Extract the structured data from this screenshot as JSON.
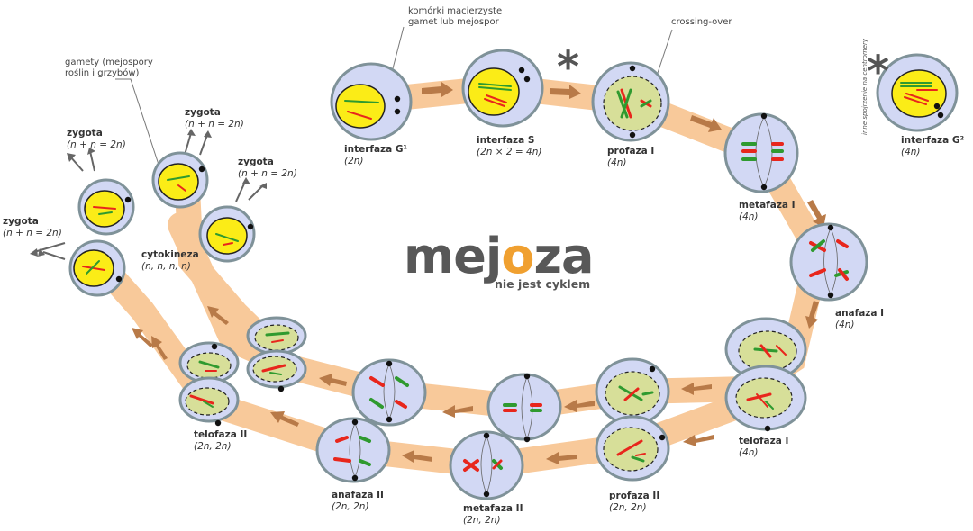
{
  "title": {
    "main_before": "mej",
    "main_o": "o",
    "main_after": "za",
    "subtitle": "nie jest cyklem"
  },
  "notes": {
    "stem": [
      "komórki macierzyste",
      "gamet lub mejospor"
    ],
    "crossing": "crossing-over",
    "gametes": [
      "gamety (mejospory",
      "roślin i grzybów)"
    ],
    "inne": "inne spojrzenie na centromery",
    "star": "*"
  },
  "stages": {
    "g1": {
      "name": "interfaza G¹",
      "ploidy": "(2n)"
    },
    "s": {
      "name": "interfaza S",
      "ploidy": "(2n × 2 = 4n)"
    },
    "prof1": {
      "name": "profaza I",
      "ploidy": "(4n)"
    },
    "meta1": {
      "name": "metafaza I",
      "ploidy": "(4n)"
    },
    "ana1": {
      "name": "anafaza I",
      "ploidy": "(4n)"
    },
    "telo1": {
      "name": "telofaza I",
      "ploidy": "(4n)"
    },
    "prof2": {
      "name": "profaza II",
      "ploidy": "(2n, 2n)"
    },
    "meta2": {
      "name": "metafaza II",
      "ploidy": "(2n, 2n)"
    },
    "ana2": {
      "name": "anafaza II",
      "ploidy": "(2n, 2n)"
    },
    "telo2": {
      "name": "telofaza II",
      "ploidy": "(2n, 2n)"
    },
    "cyto": {
      "name": "cytokineza",
      "ploidy": "(n, n, n, n)"
    },
    "g2": {
      "name": "interfaza G²",
      "ploidy": "(4n)"
    }
  },
  "zygotes": [
    {
      "name": "zygota",
      "formula": "(n + n = 2n)"
    },
    {
      "name": "zygota",
      "formula": "(n + n = 2n)"
    },
    {
      "name": "zygota",
      "formula": "(n + n = 2n)"
    },
    {
      "name": "zygota",
      "formula": "(n + n = 2n)"
    }
  ],
  "colors": {
    "track": "#f8c99a",
    "arrow": "#b87a48",
    "cell_fill": "#d2d8f4",
    "cell_stroke": "#7f9299",
    "nucleus": "#fbec17",
    "nucleus_dashed": "#d7df99",
    "chrom_red": "#e8261c",
    "chrom_green": "#2f9a2f"
  }
}
